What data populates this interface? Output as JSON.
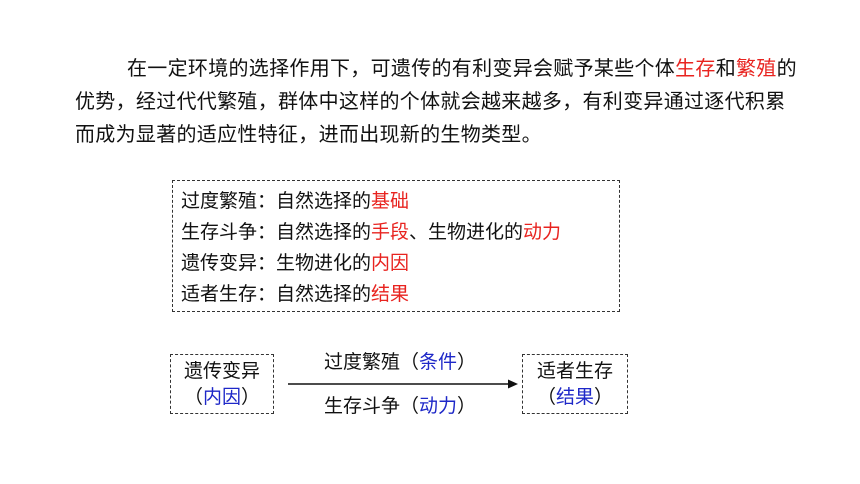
{
  "paragraph": {
    "part1": "在一定环境的选择作用下，可遗传的有利变异会赋予某些个体",
    "red1": "生存",
    "part2": "和",
    "red2": "繁殖",
    "part3": "的优势，经过代代繁殖，群体中这样的个体就会越来越多，有利变异通过逐代积累而成为显著的适应性特征，进而出现新的生物类型。"
  },
  "summary": {
    "row1": {
      "text": "过度繁殖：自然选择的",
      "red": "基础"
    },
    "row2": {
      "text": "生存斗争：自然选择的",
      "red1": "手段",
      "mid": "、生物进化的",
      "red2": "动力"
    },
    "row3": {
      "text": "遗传变异：生物进化的",
      "red": "内因"
    },
    "row4": {
      "text": "适者生存：自然选择的",
      "red": "结果"
    }
  },
  "flow": {
    "left_box": {
      "title": "遗传变异",
      "open": "（",
      "note": "内因",
      "close": "）"
    },
    "right_box": {
      "title": "适者生存",
      "open": "（",
      "note": "结果",
      "close": "）"
    },
    "arrow_top": {
      "text": "过度繁殖",
      "open": "（",
      "note": "条件",
      "close": "）"
    },
    "arrow_bottom": {
      "text": "生存斗争",
      "open": "（",
      "note": "动力",
      "close": "）"
    }
  },
  "colors": {
    "highlight_red": "#e8231f",
    "note_blue": "#1e28c8",
    "text": "#111111"
  }
}
